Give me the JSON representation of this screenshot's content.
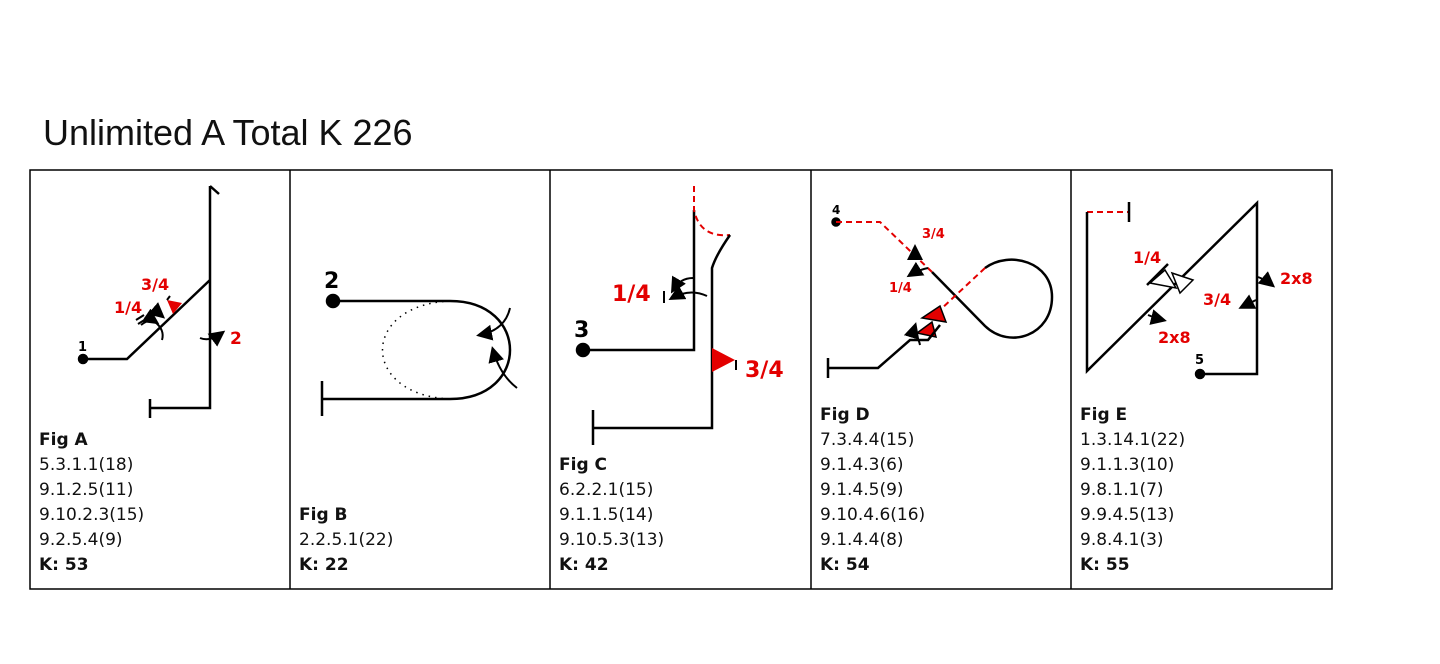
{
  "title": "Unlimited A Total K 226",
  "colors": {
    "accent": "#e30000",
    "line": "#000000"
  },
  "figures": [
    {
      "name": "Fig A",
      "start": "1",
      "labels": [
        "3/4",
        "1/4",
        "2"
      ],
      "codes": [
        "5.3.1.1(18)",
        "9.1.2.5(11)",
        "9.10.2.3(15)",
        "9.2.5.4(9)"
      ],
      "k": "K: 53"
    },
    {
      "name": "Fig B",
      "start": "2",
      "labels": [],
      "codes": [
        "2.2.5.1(22)"
      ],
      "k": "K: 22"
    },
    {
      "name": "Fig C",
      "start": "3",
      "labels": [
        "1/4",
        "3/4"
      ],
      "codes": [
        "6.2.2.1(15)",
        "9.1.1.5(14)",
        "9.10.5.3(13)"
      ],
      "k": "K: 42"
    },
    {
      "name": "Fig D",
      "start": "4",
      "labels": [
        "3/4",
        "1/4"
      ],
      "codes": [
        "7.3.4.4(15)",
        "9.1.4.3(6)",
        "9.1.4.5(9)",
        "9.10.4.6(16)",
        "9.1.4.4(8)"
      ],
      "k": "K: 54"
    },
    {
      "name": "Fig E",
      "start": "5",
      "labels": [
        "1/4",
        "2x8",
        "3/4",
        "2x8"
      ],
      "codes": [
        "1.3.14.1(22)",
        "9.1.1.3(10)",
        "9.8.1.1(7)",
        "9.9.4.5(13)",
        "9.8.4.1(3)"
      ],
      "k": "K: 55"
    }
  ]
}
